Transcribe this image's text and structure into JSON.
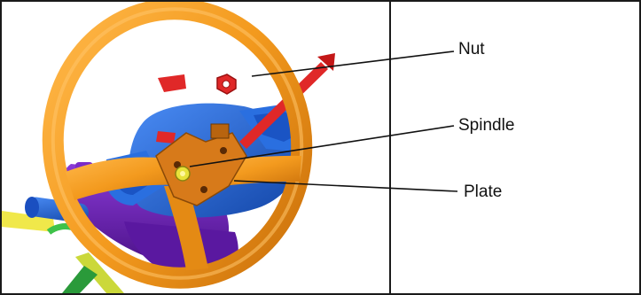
{
  "callouts": {
    "nut": "Nut",
    "spindle": "Spindle",
    "plate": "Plate"
  },
  "colors": {
    "wheel": "#f39a1e",
    "wheel_dark": "#c96f0a",
    "hub": "#2a6fe0",
    "hub_dark": "#1346a8",
    "column": "#6a1fb3",
    "nut": "#e02828",
    "plate": "#d77a1a",
    "spindle": "#e8e23a",
    "line": "#111111"
  },
  "icons": {
    "nut": "hex-nut-icon",
    "spindle": "spindle-icon",
    "plate": "plate-icon"
  }
}
